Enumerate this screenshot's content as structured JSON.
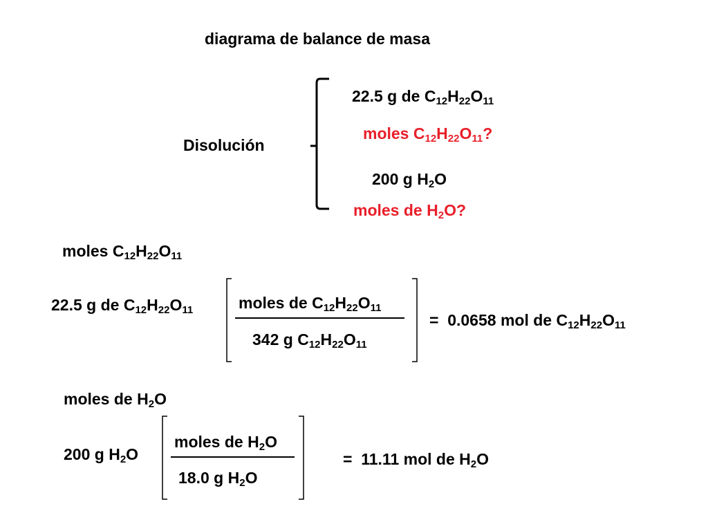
{
  "colors": {
    "text": "#000000",
    "highlight": "#e8202a"
  },
  "slide": {
    "title": "diagrama de balance de masa",
    "disolucion": {
      "label": "Disolución",
      "solute_mass": [
        "22.5 g de C",
        "12",
        "H",
        "22",
        "O",
        "11"
      ],
      "solute_question": [
        "moles C",
        "12",
        "H",
        "22",
        "O",
        "11",
        "?"
      ],
      "water_mass": [
        "200 g H",
        "2",
        "O"
      ],
      "water_question": [
        "moles de H",
        "2",
        "O?"
      ]
    },
    "calc_sucrose": {
      "heading": [
        "moles C",
        "12",
        "H",
        "22",
        "O",
        "11"
      ],
      "given": [
        "22.5 g de C",
        "12",
        "H",
        "22",
        "O",
        "11"
      ],
      "numerator": [
        "moles de C",
        "12",
        "H",
        "22",
        "O",
        "11"
      ],
      "denominator": [
        "342 g C",
        "12",
        "H",
        "22",
        "O",
        "11"
      ],
      "result": [
        "=  0.0658 mol de C",
        "12",
        "H",
        "22",
        "O",
        "11"
      ]
    },
    "calc_water": {
      "heading": [
        "moles de H",
        "2",
        "O"
      ],
      "given": [
        "200 g H",
        "2",
        "O"
      ],
      "numerator": [
        "moles de H",
        "2",
        "O"
      ],
      "denominator": [
        "18.0 g H",
        "2",
        "O"
      ],
      "result": [
        "=  11.11 mol de H",
        "2",
        "O"
      ]
    }
  }
}
